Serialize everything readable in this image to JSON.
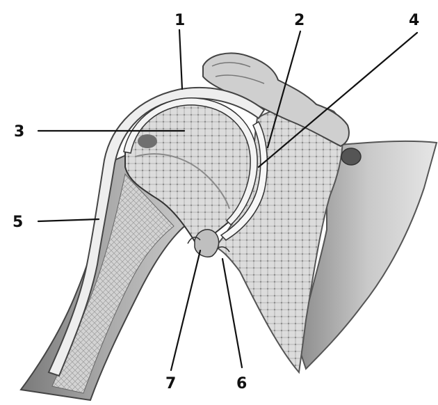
{
  "labels": {
    "l1": "1",
    "l2": "2",
    "l3": "3",
    "l4": "4",
    "l5": "5",
    "l6": "6",
    "l7": "7"
  },
  "colors": {
    "ink": "#111111",
    "bone": "#d9d9d9",
    "bone_dark": "#9a9a9a",
    "cartilage": "#f2f2f2",
    "capsule": "#bdbdbd",
    "shadow": "#6e6e6e"
  }
}
